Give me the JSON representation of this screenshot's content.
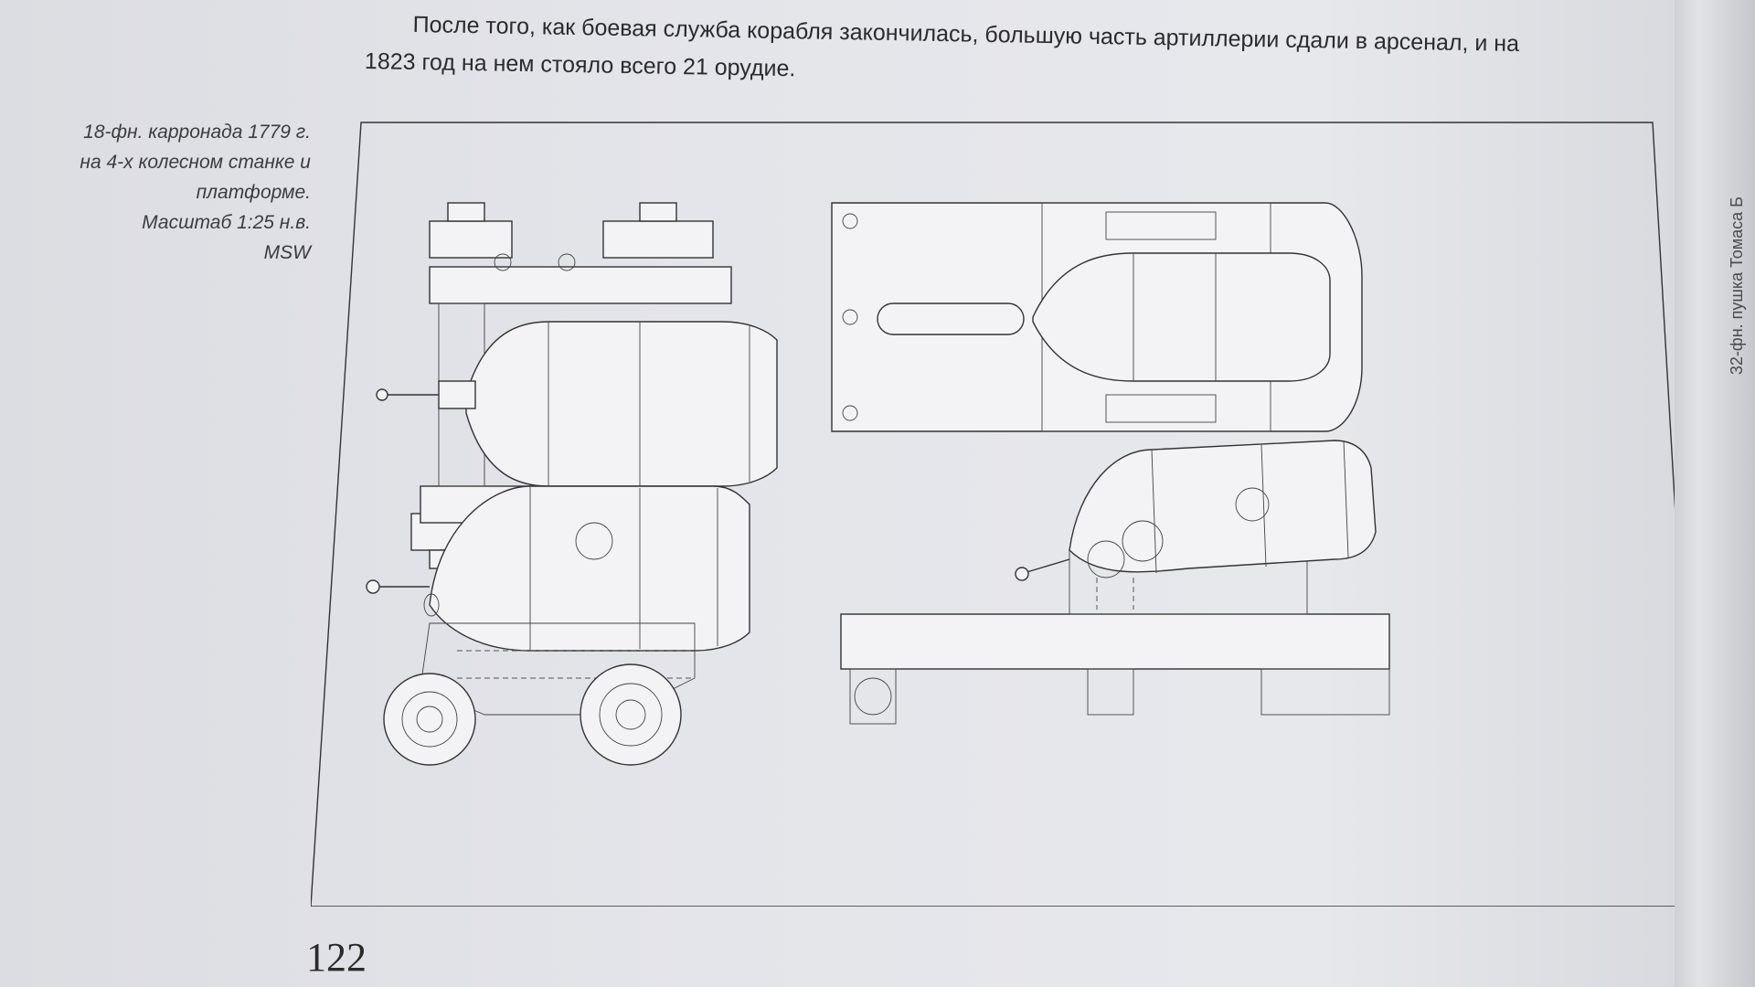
{
  "body_text": {
    "line1": "После того, как боевая служба корабля закончилась, большую часть артиллерии сдали в арсенал, и на",
    "line2": "1823 год на нем стояло всего 21 орудие."
  },
  "caption": {
    "line1": "18-фн. карронада 1779 г.",
    "line2": "на 4-х колесном станке и",
    "line3": "платформе.",
    "line4": "Масштаб 1:25 н.в.",
    "line5": "MSW"
  },
  "page_number": "122",
  "spine_text": "32-фн. пушка Томаса Б",
  "drawings": [
    {
      "name": "top-view-four-wheel-carriage",
      "icon": "carronade-top-view"
    },
    {
      "name": "top-view-platform",
      "icon": "carronade-platform-top-view"
    },
    {
      "name": "side-view-four-wheel-carriage",
      "icon": "carronade-side-view"
    },
    {
      "name": "side-view-platform",
      "icon": "carronade-platform-side-view"
    }
  ]
}
